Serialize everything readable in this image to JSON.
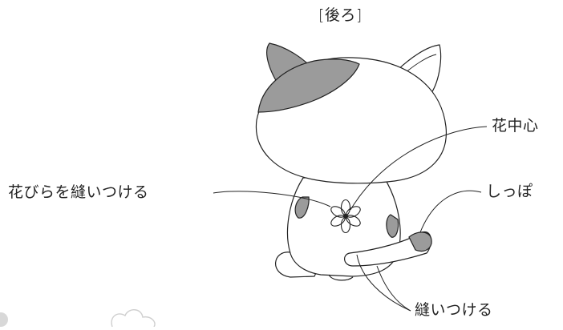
{
  "title": "[後ろ]",
  "labels": {
    "flower_center": "花中心",
    "sew_flower": "花びらを縫いつける",
    "tail": "しっぽ",
    "sew_on": "縫いつける"
  },
  "colors": {
    "line": "#222222",
    "patch": "#9b9b9b",
    "fill": "#ffffff",
    "dot": "#d8d8d8"
  }
}
